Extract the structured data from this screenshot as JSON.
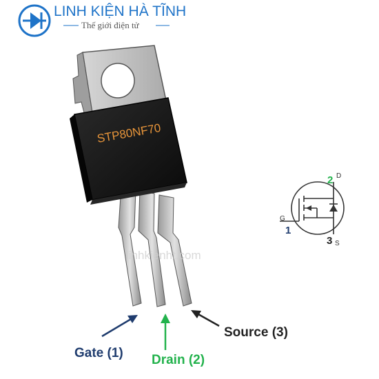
{
  "brand": {
    "name": "LINH KIỆN HÀ TĨNH",
    "tagline": "Thế giới điện tử",
    "color": "#1e73c8"
  },
  "component": {
    "part_number": "STP80NF70",
    "marking_color": "#e8953a",
    "body_color": "#141414",
    "tab_color": "#c9c9c9"
  },
  "pins": [
    {
      "label": "Gate (1)",
      "color": "#1f3c6e"
    },
    {
      "label": "Drain (2)",
      "color": "#22b24c"
    },
    {
      "label": "Source (3)",
      "color": "#222222"
    }
  ],
  "schematic": {
    "pin_numbers": {
      "gate": "1",
      "drain": "2",
      "source": "3"
    },
    "pin_letters": {
      "gate": "G",
      "drain": "D",
      "source": "S"
    },
    "colors": {
      "gate": "#1f3c6e",
      "drain": "#22b24c",
      "source": "#222222"
    }
  },
  "watermark": "linhkienht.com"
}
